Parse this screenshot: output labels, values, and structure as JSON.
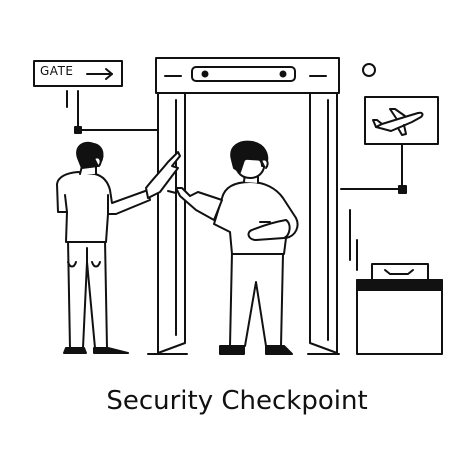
{
  "illustration": {
    "sign_text": "GATE",
    "caption": "Security Checkpoint",
    "icons": [
      "gate-sign-icon",
      "airplane-icon",
      "metal-detector-icon",
      "luggage-icon",
      "security-guard-figure",
      "traveler-figure"
    ],
    "line_color": "#111111",
    "fill_color": "#ffffff"
  }
}
